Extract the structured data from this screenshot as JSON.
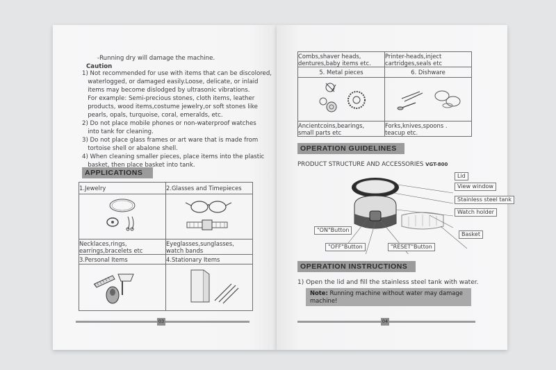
{
  "left_page": {
    "intro_line": "-Running dry will damage the machine.",
    "caution_title": "Caution",
    "caution_lines": [
      "1) Not recommended for use with items that can be discolored,",
      "   waterlogged, or damaged easily.Loose, delicate, or inlaid",
      "   items may become dislodged by ultrasonic vibrations.",
      "   For example: Semi-precious stones, cloth items, leather",
      "   products, wood items,costume jewelry,or soft stones like",
      "   pearls, opals, turquoise, coral, emeralds, etc.",
      "2) Do not place mobile phones or non-waterproof watches",
      "   into tank for cleaning.",
      "3) Do not place glass frames or art ware that is made from",
      "   tortoise shell or abalone shell.",
      "4) When cleaning smaller pieces, place items into the plastic",
      "   basket, then place basket into tank."
    ],
    "applications_title": "APPLICATIONS",
    "table": {
      "h1": "1.Jewelry",
      "h2": "2.Glasses and Timepieces",
      "d1a": "Necklaces,rings,",
      "d1b": "earrings,bracelets etc",
      "d2a": "Eyeglasses,sunglasses,",
      "d2b": "watch bands",
      "h3": "3.Personal Items",
      "h4": "4.Stationary Items"
    },
    "page_number": "03"
  },
  "right_page": {
    "table": {
      "d3a": "Combs,shaver heads,",
      "d3b": "dentures,baby items etc.",
      "d4a": "Printer-heads,inject",
      "d4b": "cartridges,seals etc",
      "h5": "5. Metal pieces",
      "h6": "6. Dishware",
      "d5a": "Ancientcoins,bearings,",
      "d5b": "small parts etc",
      "d6a": "Forks,knives,spoons .",
      "d6b": "teacup  etc."
    },
    "guidelines_title": "OPERATION GUIDELINES",
    "product_structure": "PRODUCT STRUCTURE AND ACCESSORIES",
    "model": "VGT-800",
    "callouts": {
      "lid": "Lid",
      "view_window": "View window",
      "tank": "Stainless steel tank",
      "watch_holder": "Watch holder",
      "basket": "Basket",
      "on_button": "\"ON\"Button",
      "off_button": "\"OFF\"Button",
      "reset_button": "\"RESET\"Button"
    },
    "instructions_title": "OPERATION INSTRUCTIONS",
    "step1": "1) Open the lid and fill the stainless steel tank with water.",
    "note_label": "Note:",
    "note_text1": " Running machine without water may damage",
    "note_text2": "machine!",
    "page_number": "04"
  },
  "colors": {
    "section_bg": "#9b9b9b",
    "note_bg": "#a9a9a9",
    "background": "#e4e5e7"
  }
}
